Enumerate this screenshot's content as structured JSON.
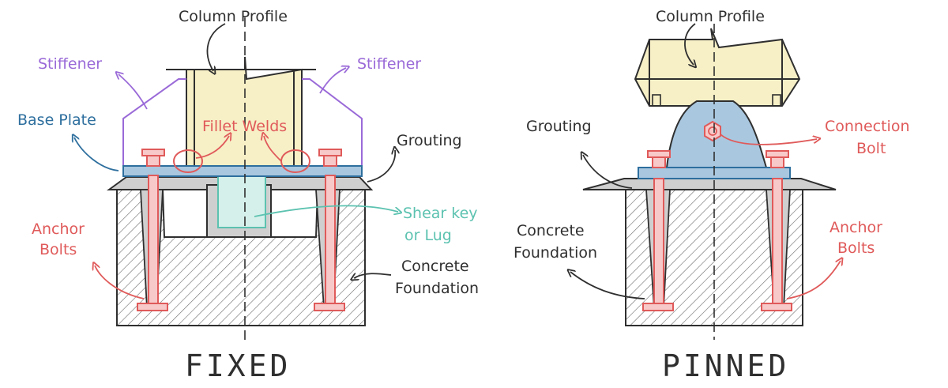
{
  "colors": {
    "ink": "#2f2f2f",
    "steel_fill": "#f7efc6",
    "plate": "#5d93bd",
    "plate_fill": "#a9c7df",
    "bolt": "#e05a5a",
    "bolt_fill": "#f8c9c9",
    "shear_key": "#5cc2b0",
    "shear_key_fill": "#d5f0ea",
    "stiffener": "#9a6ad8",
    "base_plate_label": "#2e6f9e",
    "concrete": "#bdbdbd"
  },
  "fixed": {
    "title": "FIXED",
    "labels": {
      "column_profile": "Column Profile",
      "stiffener_left": "Stiffener",
      "stiffener_right": "Stiffener",
      "base_plate": "Base Plate",
      "fillet_welds": "Fillet Welds",
      "grouting": "Grouting",
      "shear_key_1": "Shear key",
      "shear_key_2": "or Lug",
      "anchor_bolts_1": "Anchor",
      "anchor_bolts_2": "Bolts",
      "concrete_1": "Concrete",
      "concrete_2": "Foundation"
    }
  },
  "pinned": {
    "title": "PINNED",
    "labels": {
      "column_profile": "Column Profile",
      "grouting": "Grouting",
      "connection_bolt_1": "Connection",
      "connection_bolt_2": "Bolt",
      "concrete_1": "Concrete",
      "concrete_2": "Foundation",
      "anchor_bolts_1": "Anchor",
      "anchor_bolts_2": "Bolts"
    }
  }
}
